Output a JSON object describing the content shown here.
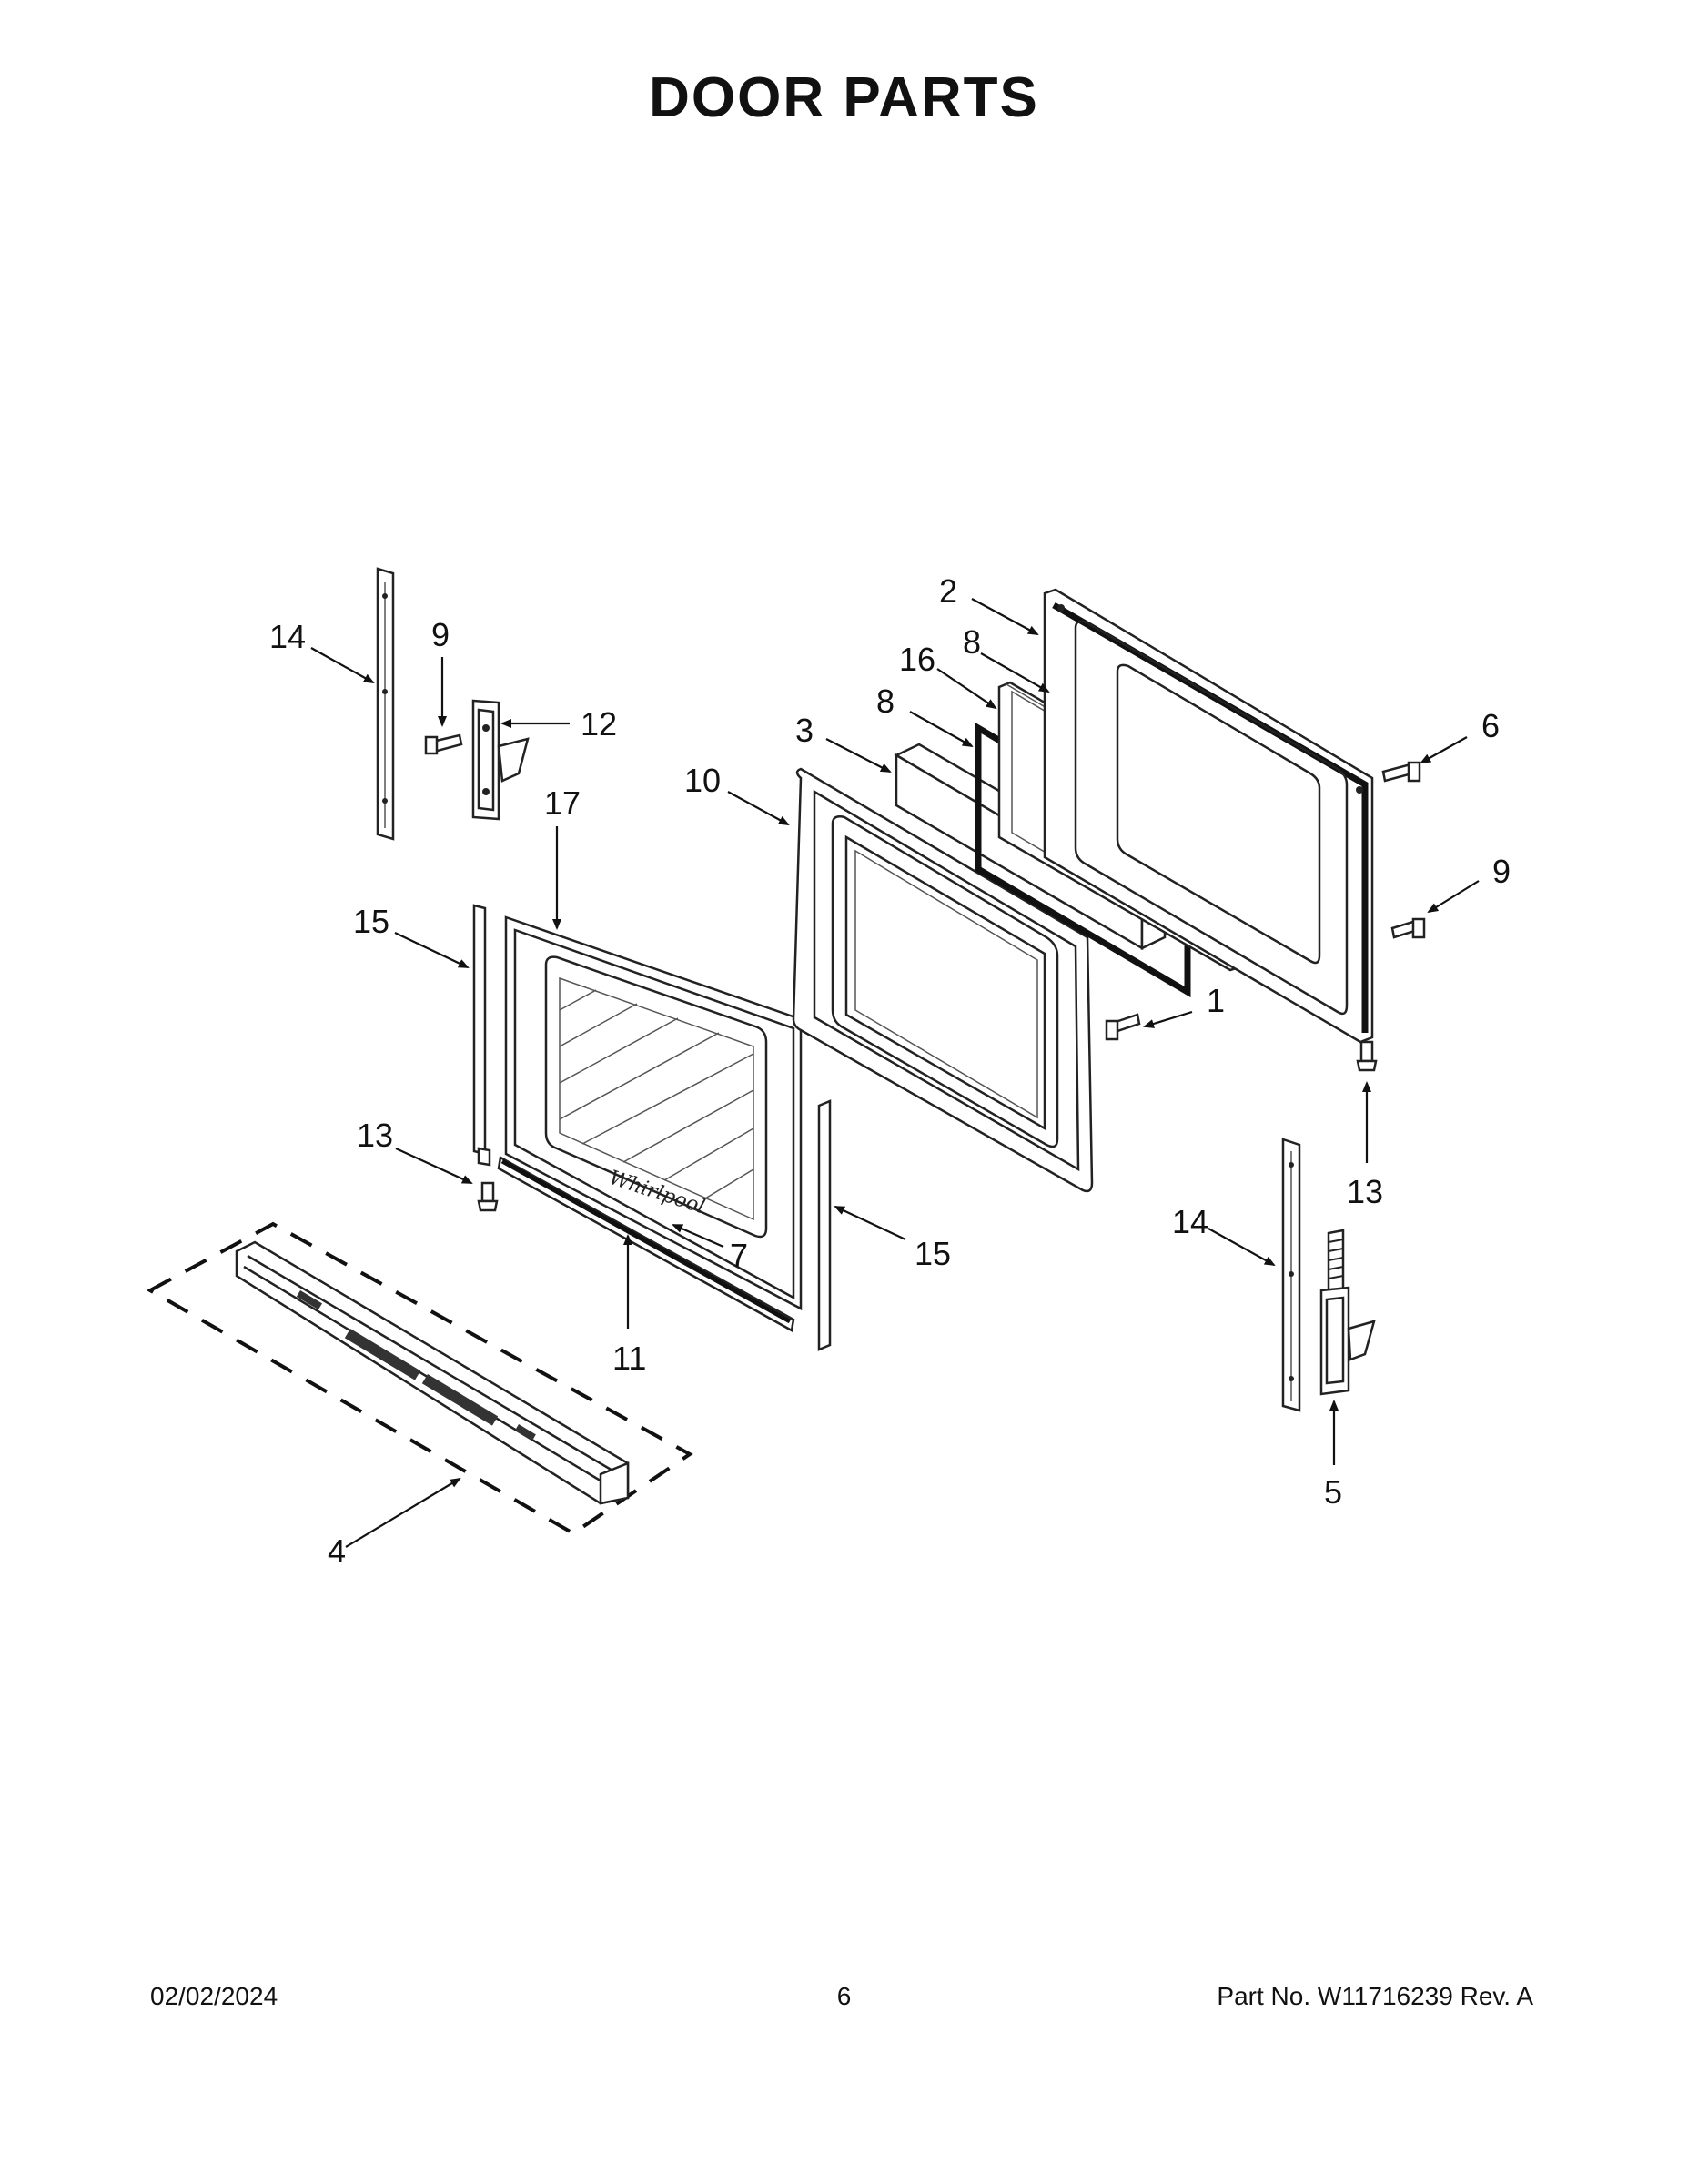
{
  "title": "DOOR PARTS",
  "callouts": {
    "c1": "1",
    "c2": "2",
    "c3": "3",
    "c4": "4",
    "c5": "5",
    "c6": "6",
    "c7": "7",
    "c8a": "8",
    "c8b": "8",
    "c9a": "9",
    "c9b": "9",
    "c10": "10",
    "c11": "11",
    "c12": "12",
    "c13a": "13",
    "c13b": "13",
    "c14a": "14",
    "c14b": "14",
    "c15a": "15",
    "c15b": "15",
    "c16": "16",
    "c17": "17"
  },
  "footer": {
    "date": "02/02/2024",
    "page": "6",
    "part": "Part No.  W11716239  Rev.  A"
  }
}
